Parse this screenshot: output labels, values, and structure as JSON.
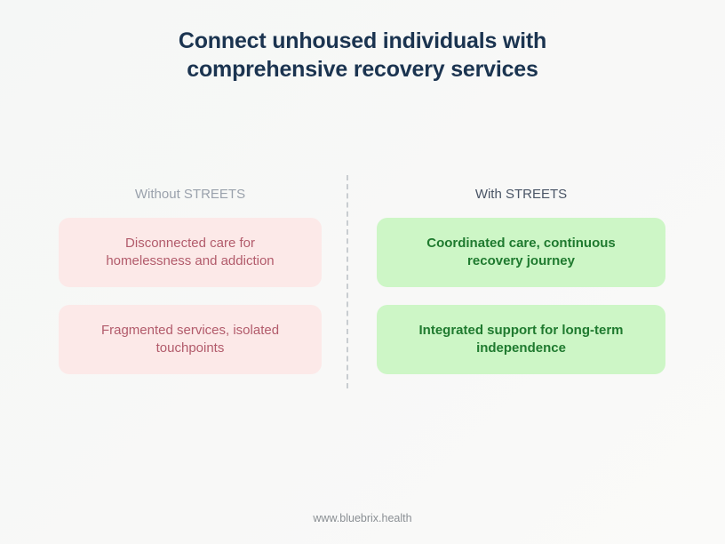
{
  "page": {
    "title": "Connect unhoused individuals with comprehensive recovery services",
    "footer": "www.bluebrix.health"
  },
  "comparison": {
    "left": {
      "header": "Without STREETS",
      "items": [
        "Disconnected care for homelessness and addiction",
        "Fragmented services, isolated touchpoints"
      ]
    },
    "right": {
      "header": "With STREETS",
      "items": [
        "Coordinated care, continuous recovery journey",
        "Integrated support for long-term independence"
      ]
    }
  },
  "colors": {
    "title_text": "#1b3450",
    "without_header_text": "#9aa2ac",
    "with_header_text": "#4a5566",
    "negative_bg": "#fce9e8",
    "negative_text": "#b25b6b",
    "positive_bg": "#cdf6c6",
    "positive_text": "#1f7a2f",
    "divider_color": "#c9cdd1",
    "footer_text": "#8a8f94"
  }
}
